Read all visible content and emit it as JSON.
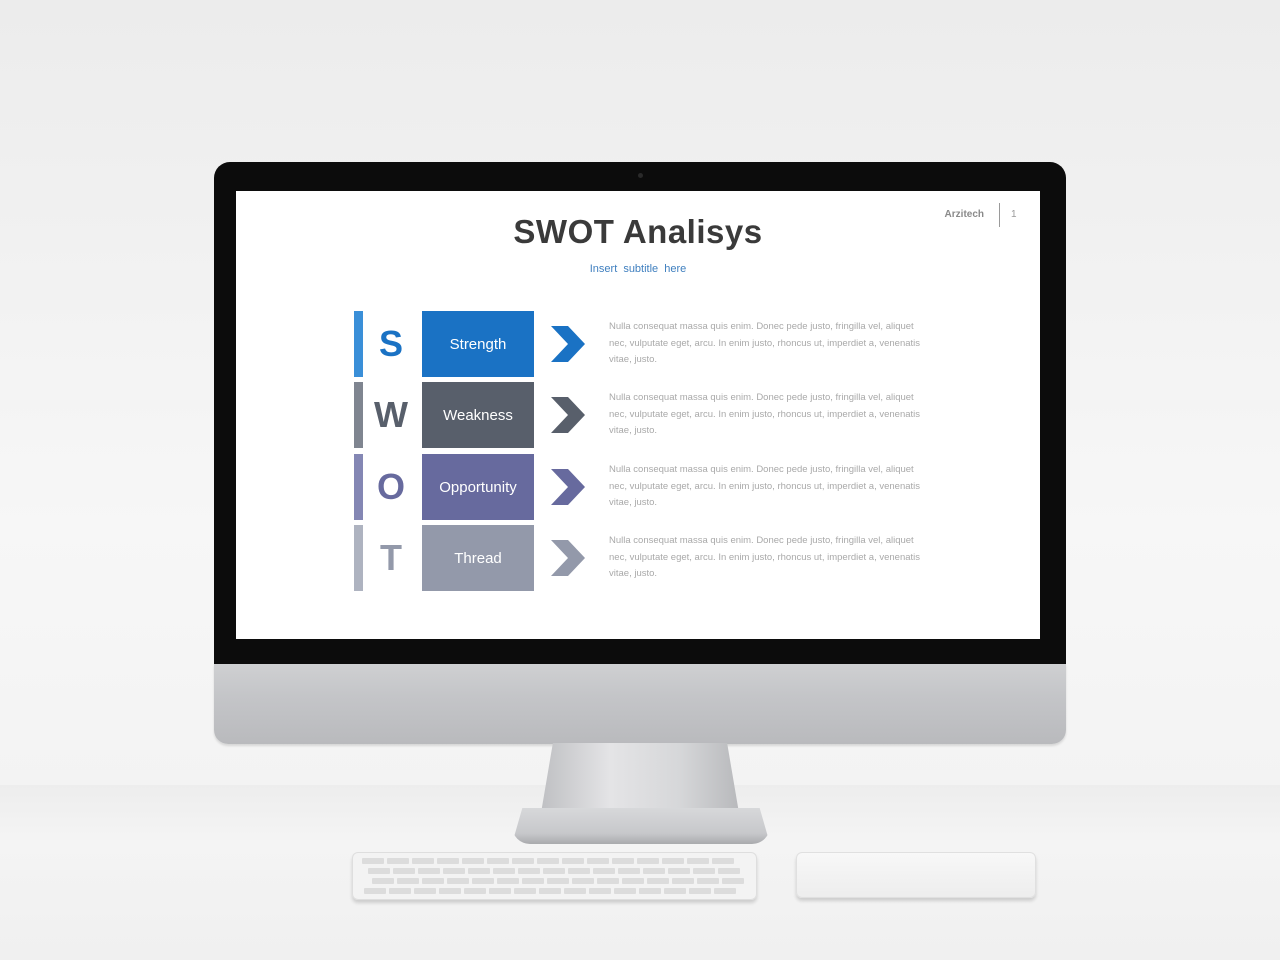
{
  "slide": {
    "brand": "Arzitech",
    "page_number": "1",
    "title": "SWOT Analisys",
    "subtitle": "Insert  subtitle  here"
  },
  "swot": [
    {
      "letter": "S",
      "label": "Strength",
      "color": "#1a72c4",
      "accent": "#3a8fd8",
      "text": "Nulla consequat massa quis enim. Donec pede justo, fringilla vel, aliquet nec, vulputate eget, arcu. In enim justo, rhoncus ut, imperdiet a, venenatis vitae, justo."
    },
    {
      "letter": "W",
      "label": "Weakness",
      "color": "#585f6b",
      "accent": "#7f8590",
      "text": "Nulla consequat massa quis enim. Donec pede justo, fringilla vel, aliquet nec, vulputate eget, arcu. In enim justo, rhoncus ut, imperdiet a, venenatis vitae, justo."
    },
    {
      "letter": "O",
      "label": "Opportunity",
      "color": "#676a9e",
      "accent": "#8487b4",
      "text": "Nulla consequat massa quis enim. Donec pede justo, fringilla vel, aliquet nec, vulputate eget, arcu. In enim justo, rhoncus ut, imperdiet a, venenatis vitae, justo."
    },
    {
      "letter": "T",
      "label": "Thread",
      "color": "#9399aa",
      "accent": "#aeb3c0",
      "text": "Nulla consequat massa quis enim. Donec pede justo, fringilla vel, aliquet nec, vulputate eget, arcu. In enim justo, rhoncus ut, imperdiet a, venenatis vitae, justo."
    }
  ]
}
